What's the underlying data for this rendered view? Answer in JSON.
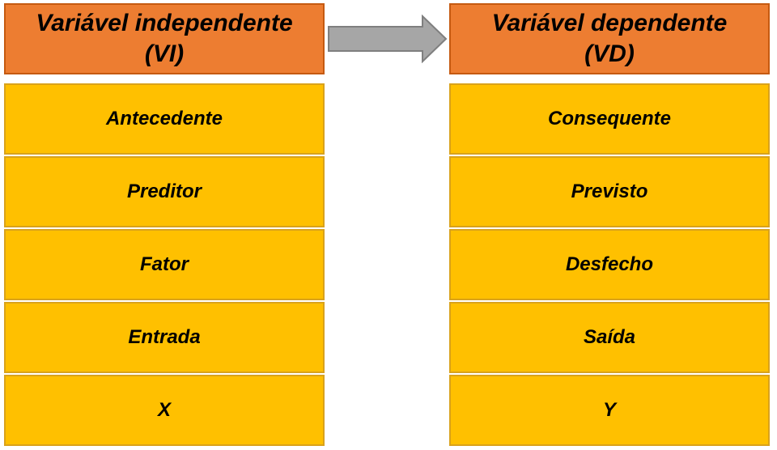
{
  "left": {
    "header": "Variável independente\n(VI)",
    "items": [
      "Antecedente",
      "Preditor",
      "Fator",
      "Entrada",
      "X"
    ]
  },
  "right": {
    "header": "Variável dependente\n(VD)",
    "items": [
      "Consequente",
      "Previsto",
      "Desfecho",
      "Saída",
      "Y"
    ]
  },
  "colors": {
    "header_fill": "#ED7D31",
    "header_border": "#C55A11",
    "item_fill": "#FFC000",
    "item_border": "#D9A21B",
    "arrow_fill": "#A6A6A6",
    "arrow_stroke": "#7F7F7F"
  },
  "icons": {
    "connector": "right-arrow-icon"
  }
}
